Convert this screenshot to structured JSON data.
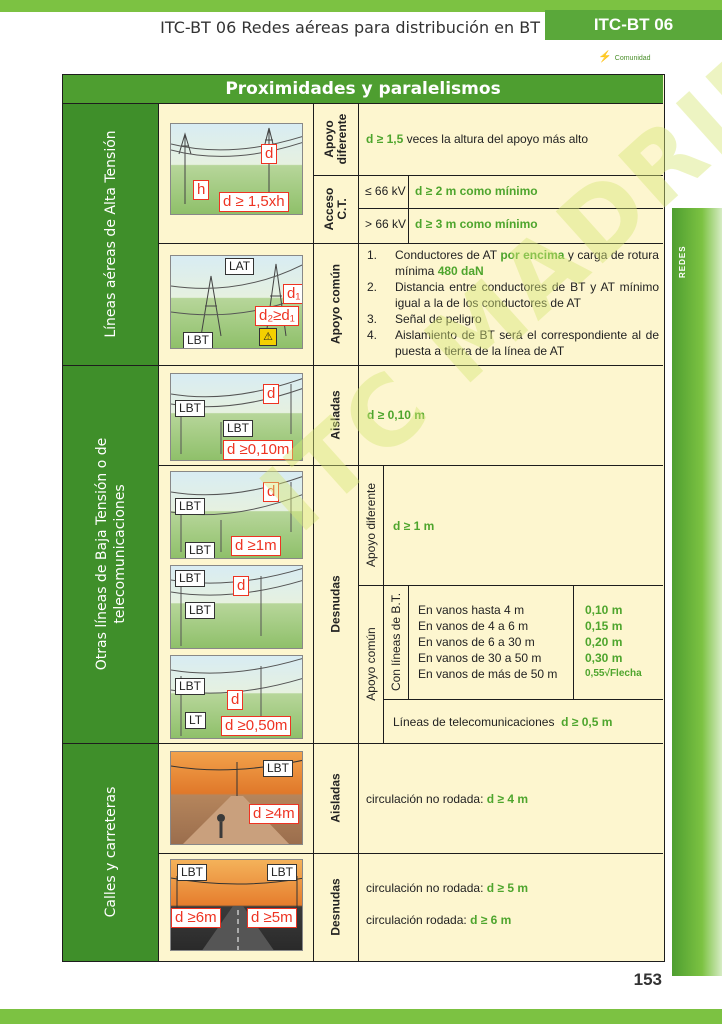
{
  "header": {
    "title": "ITC-BT 06 Redes aéreas para distribución en BT",
    "badge": "ITC-BT 06",
    "logo": "Comunidad"
  },
  "side_tab": "REDES",
  "page_number": "153",
  "watermark": "ITC MADRID",
  "table": {
    "title": "Proximidades y paralelismos",
    "sections": {
      "alta": "Líneas aéreas de Alta Tensión",
      "baja_line1": "Otras líneas de Baja Tensión o de",
      "baja_line2": "telecomunicaciones",
      "calles": "Calles y carreteras"
    },
    "apoyo_diferente": {
      "label_line1": "Apoyo",
      "label_line2": "diferente",
      "value": "d ≥ 1,5",
      "text": " veces la altura del apoyo más alto"
    },
    "acceso_ct": {
      "label_line1": "Acceso",
      "label_line2": "C.T.",
      "rows": [
        {
          "voltage": "≤ 66 kV",
          "value": "d ≥ 2 m como mínimo"
        },
        {
          "voltage": "> 66 kV",
          "value": "d ≥ 3 m como mínimo"
        }
      ]
    },
    "apoyo_comun": {
      "label": "Apoyo común",
      "items": [
        {
          "n": "1.",
          "text_a": "Conductores de AT ",
          "hl_a": "por encima",
          "text_b": "  y carga de rotura mínima ",
          "hl_b": "480 daN"
        },
        {
          "n": "2.",
          "text": "Distancia entre conductores de BT y AT mínimo igual a la de los conductores de AT"
        },
        {
          "n": "3.",
          "text": "Señal de peligro"
        },
        {
          "n": "4.",
          "text": "Aislamiento de BT será el correspondiente al de puesta a tierra de la línea de AT"
        }
      ]
    },
    "baja_aisladas": {
      "label": "Aisladas",
      "value": "d ≥ 0,10 m"
    },
    "baja_desnudas": {
      "label": "Desnudas",
      "apoyo_diferente": {
        "label": "Apoyo diferente",
        "value": "d ≥ 1 m"
      },
      "apoyo_comun": {
        "label": "Apoyo común",
        "con_lineas": "Con líneas de B.T.",
        "rows": [
          {
            "text": "En vanos hasta 4 m",
            "value": "0,10 m"
          },
          {
            "text": "En vanos de 4 a 6 m",
            "value": "0,15 m"
          },
          {
            "text": "En vanos de 6 a 30 m",
            "value": "0,20 m"
          },
          {
            "text": "En vanos de 30 a 50 m",
            "value": "0,30 m"
          },
          {
            "text": "En vanos de más de 50 m",
            "value": "0,55√Flecha"
          }
        ],
        "telecom_text": "Líneas de telecomunicaciones",
        "telecom_value": "d ≥ 0,5 m"
      }
    },
    "calles_aisladas": {
      "label": "Aisladas",
      "text": "circulación no rodada: ",
      "value": "d ≥ 4 m"
    },
    "calles_desnudas": {
      "label": "Desnudas",
      "row1_text": "circulación no rodada: ",
      "row1_value": "d ≥ 5 m",
      "row2_text": "circulación rodada: ",
      "row2_value": "d ≥ 6 m"
    }
  },
  "images": {
    "img1": {
      "d": "d",
      "h": "h",
      "formula": "d ≥ 1,5xh"
    },
    "img2": {
      "lat": "LAT",
      "d1": "d₁",
      "d2": "d₂≥d₁",
      "lbt": "LBT"
    },
    "img3": {
      "lbt1": "LBT",
      "lbt2": "LBT",
      "d": "d",
      "formula": "d ≥0,10m"
    },
    "img4": {
      "lbt1": "LBT",
      "lbt2": "LBT",
      "d": "d",
      "formula": "d ≥1m"
    },
    "img5": {
      "lbt1": "LBT",
      "lbt2": "LBT",
      "d": "d"
    },
    "img6": {
      "lbt": "LBT",
      "lt": "LT",
      "d": "d",
      "formula": "d ≥0,50m"
    },
    "img7": {
      "lbt": "LBT",
      "formula": "d ≥4m"
    },
    "img8": {
      "lbt1": "LBT",
      "lbt2": "LBT",
      "f1": "d ≥6m",
      "f2": "d ≥5m"
    }
  }
}
